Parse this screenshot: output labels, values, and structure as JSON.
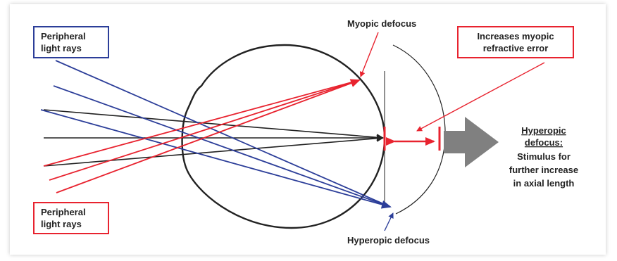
{
  "labels": {
    "peripheral_top": [
      "Peripheral",
      "light rays"
    ],
    "peripheral_bottom": [
      "Peripheral",
      "light rays"
    ],
    "myopic_defocus": "Myopic defocus",
    "hyperopic_defocus": "Hyperopic defocus",
    "increases_myopic": [
      "Increases myopic",
      "refractive error"
    ],
    "hyperopic_heading": [
      "Hyperopic",
      "defocus:"
    ],
    "stimulus": [
      "Stimulus for",
      "further increase",
      "in axial length"
    ]
  },
  "colors": {
    "blue": "#2c3e99",
    "red": "#e8232f",
    "black": "#222222",
    "arrow_gray": "#808080"
  }
}
